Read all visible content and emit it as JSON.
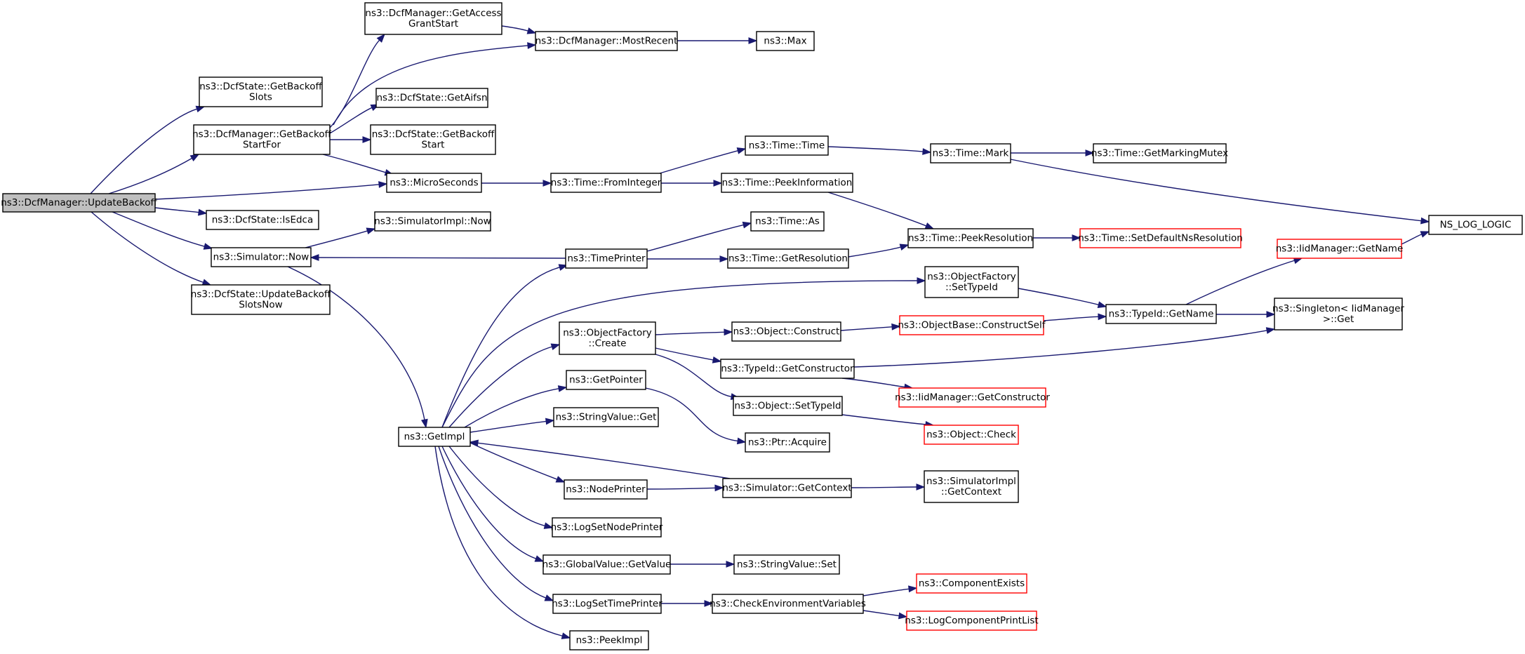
{
  "colors": {
    "edge": "#191970",
    "node_border": "#000000",
    "node_border_external": "#ff0000",
    "root_fill": "#bfbfbf",
    "node_fill": "#ffffff"
  },
  "diagram": {
    "nodes": [
      {
        "id": "n0",
        "lines": [
          "ns3::DcfManager::UpdateBackoff"
        ],
        "root": true
      },
      {
        "id": "n1",
        "lines": [
          "ns3::DcfState::GetBackoff",
          "Slots"
        ]
      },
      {
        "id": "n2",
        "lines": [
          "ns3::DcfManager::GetBackoff",
          "StartFor"
        ]
      },
      {
        "id": "n3",
        "lines": [
          "ns3::MicroSeconds"
        ]
      },
      {
        "id": "n4",
        "lines": [
          "ns3::DcfState::IsEdca"
        ]
      },
      {
        "id": "n5",
        "lines": [
          "ns3::Simulator::Now"
        ]
      },
      {
        "id": "n6",
        "lines": [
          "ns3::DcfState::UpdateBackoff",
          "SlotsNow"
        ]
      },
      {
        "id": "n7",
        "lines": [
          "ns3::DcfManager::GetAccess",
          "GrantStart"
        ]
      },
      {
        "id": "n8",
        "lines": [
          "ns3::DcfManager::MostRecent"
        ]
      },
      {
        "id": "n9",
        "lines": [
          "ns3::DcfState::GetAifsn"
        ]
      },
      {
        "id": "n10",
        "lines": [
          "ns3::DcfState::GetBackoff",
          "Start"
        ]
      },
      {
        "id": "n11",
        "lines": [
          "ns3::Max"
        ]
      },
      {
        "id": "n12",
        "lines": [
          "ns3::Time::FromInteger"
        ]
      },
      {
        "id": "n13",
        "lines": [
          "ns3::SimulatorImpl::Now"
        ]
      },
      {
        "id": "n14",
        "lines": [
          "ns3::GetImpl"
        ]
      },
      {
        "id": "n15",
        "lines": [
          "ns3::Time::Time"
        ]
      },
      {
        "id": "n16",
        "lines": [
          "ns3::Time::PeekInformation"
        ]
      },
      {
        "id": "n17",
        "lines": [
          "ns3::Time::Mark"
        ]
      },
      {
        "id": "n18",
        "lines": [
          "ns3::Time::GetMarkingMutex"
        ]
      },
      {
        "id": "n19",
        "lines": [
          "NS_LOG_LOGIC"
        ]
      },
      {
        "id": "n20",
        "lines": [
          "ns3::Time::PeekResolution"
        ]
      },
      {
        "id": "n21",
        "lines": [
          "ns3::Time::SetDefaultNsResolution"
        ],
        "external": true
      },
      {
        "id": "n22",
        "lines": [
          "ns3::TimePrinter"
        ]
      },
      {
        "id": "n23",
        "lines": [
          "ns3::Time::As"
        ]
      },
      {
        "id": "n24",
        "lines": [
          "ns3::Time::GetResolution"
        ]
      },
      {
        "id": "n25",
        "lines": [
          "ns3::ObjectFactory",
          "::SetTypeId"
        ]
      },
      {
        "id": "n26",
        "lines": [
          "ns3::ObjectFactory",
          "::Create"
        ]
      },
      {
        "id": "n27",
        "lines": [
          "ns3::Object::Construct"
        ]
      },
      {
        "id": "n28",
        "lines": [
          "ns3::ObjectBase::ConstructSelf"
        ],
        "external": true
      },
      {
        "id": "n29",
        "lines": [
          "ns3::TypeId::GetName"
        ]
      },
      {
        "id": "n30",
        "lines": [
          "ns3::IidManager::GetName"
        ],
        "external": true
      },
      {
        "id": "n31",
        "lines": [
          "ns3::Singleton< IidManager",
          ">::Get"
        ]
      },
      {
        "id": "n32",
        "lines": [
          "ns3::TypeId::GetConstructor"
        ]
      },
      {
        "id": "n33",
        "lines": [
          "ns3::IidManager::GetConstructor"
        ],
        "external": true
      },
      {
        "id": "n34",
        "lines": [
          "ns3::Object::SetTypeId"
        ]
      },
      {
        "id": "n35",
        "lines": [
          "ns3::Object::Check"
        ],
        "external": true
      },
      {
        "id": "n36",
        "lines": [
          "ns3::GetPointer"
        ]
      },
      {
        "id": "n37",
        "lines": [
          "ns3::Ptr::Acquire"
        ]
      },
      {
        "id": "n38",
        "lines": [
          "ns3::StringValue::Get"
        ]
      },
      {
        "id": "n39",
        "lines": [
          "ns3::NodePrinter"
        ]
      },
      {
        "id": "n40",
        "lines": [
          "ns3::Simulator::GetContext"
        ]
      },
      {
        "id": "n41",
        "lines": [
          "ns3::SimulatorImpl",
          "::GetContext"
        ]
      },
      {
        "id": "n42",
        "lines": [
          "ns3::LogSetNodePrinter"
        ]
      },
      {
        "id": "n43",
        "lines": [
          "ns3::GlobalValue::GetValue"
        ]
      },
      {
        "id": "n44",
        "lines": [
          "ns3::StringValue::Set"
        ]
      },
      {
        "id": "n45",
        "lines": [
          "ns3::LogSetTimePrinter"
        ]
      },
      {
        "id": "n46",
        "lines": [
          "ns3::CheckEnvironmentVariables"
        ]
      },
      {
        "id": "n47",
        "lines": [
          "ns3::ComponentExists"
        ],
        "external": true
      },
      {
        "id": "n48",
        "lines": [
          "ns3::LogComponentPrintList"
        ],
        "external": true
      },
      {
        "id": "n49",
        "lines": [
          "ns3::PeekImpl"
        ]
      }
    ],
    "edges": [
      [
        "n0",
        "n1"
      ],
      [
        "n0",
        "n2"
      ],
      [
        "n0",
        "n3"
      ],
      [
        "n0",
        "n4"
      ],
      [
        "n0",
        "n5"
      ],
      [
        "n0",
        "n6"
      ],
      [
        "n2",
        "n7"
      ],
      [
        "n2",
        "n8"
      ],
      [
        "n2",
        "n9"
      ],
      [
        "n2",
        "n10"
      ],
      [
        "n2",
        "n3"
      ],
      [
        "n7",
        "n8"
      ],
      [
        "n8",
        "n11"
      ],
      [
        "n3",
        "n12"
      ],
      [
        "n12",
        "n15"
      ],
      [
        "n12",
        "n16"
      ],
      [
        "n15",
        "n17"
      ],
      [
        "n17",
        "n18"
      ],
      [
        "n17",
        "n19"
      ],
      [
        "n16",
        "n20"
      ],
      [
        "n20",
        "n21"
      ],
      [
        "n5",
        "n13"
      ],
      [
        "n5",
        "n14"
      ],
      [
        "n22",
        "n5"
      ],
      [
        "n22",
        "n23"
      ],
      [
        "n22",
        "n24"
      ],
      [
        "n24",
        "n20"
      ],
      [
        "n14",
        "n22"
      ],
      [
        "n14",
        "n25"
      ],
      [
        "n14",
        "n26"
      ],
      [
        "n14",
        "n36"
      ],
      [
        "n14",
        "n38"
      ],
      [
        "n14",
        "n39"
      ],
      [
        "n14",
        "n42"
      ],
      [
        "n14",
        "n43"
      ],
      [
        "n14",
        "n45"
      ],
      [
        "n14",
        "n49"
      ],
      [
        "n25",
        "n29"
      ],
      [
        "n29",
        "n30"
      ],
      [
        "n29",
        "n31"
      ],
      [
        "n30",
        "n19"
      ],
      [
        "n26",
        "n27"
      ],
      [
        "n26",
        "n32"
      ],
      [
        "n26",
        "n34"
      ],
      [
        "n27",
        "n28"
      ],
      [
        "n28",
        "n29"
      ],
      [
        "n32",
        "n31"
      ],
      [
        "n32",
        "n33"
      ],
      [
        "n34",
        "n35"
      ],
      [
        "n36",
        "n37"
      ],
      [
        "n39",
        "n40"
      ],
      [
        "n40",
        "n14"
      ],
      [
        "n40",
        "n41"
      ],
      [
        "n43",
        "n44"
      ],
      [
        "n45",
        "n46"
      ],
      [
        "n46",
        "n47"
      ],
      [
        "n46",
        "n48"
      ]
    ]
  }
}
